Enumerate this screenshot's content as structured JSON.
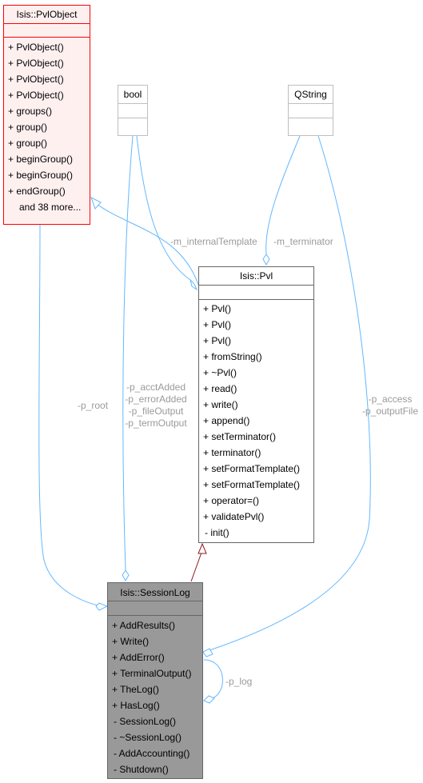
{
  "colors": {
    "edge": "#63b8ff",
    "inherit_edge": "#8b1a1a",
    "pvlobject_border": "#ff0000",
    "pvlobject_fill": "#fff0f0",
    "session_fill": "#999999",
    "box_border": "#666666",
    "plain_border": "#bfbfbf",
    "label": "#9a9a9a"
  },
  "classes": {
    "pvlobject": {
      "name": "Isis::PvlObject",
      "members": [
        "+ PvlObject()",
        "+ PvlObject()",
        "+ PvlObject()",
        "+ PvlObject()",
        "+ groups()",
        "+ group()",
        "+ group()",
        "+ beginGroup()",
        "+ beginGroup()",
        "+ endGroup()",
        "and 38 more..."
      ]
    },
    "bool": {
      "name": "bool"
    },
    "qstring": {
      "name": "QString"
    },
    "pvl": {
      "name": "Isis::Pvl",
      "members": [
        "+ Pvl()",
        "+ Pvl()",
        "+ Pvl()",
        "+ fromString()",
        "+ ~Pvl()",
        "+ read()",
        "+ write()",
        "+ append()",
        "+ setTerminator()",
        "+ terminator()",
        "+ setFormatTemplate()",
        "+ setFormatTemplate()",
        "+ operator=()",
        "+ validatePvl()",
        "- init()"
      ]
    },
    "sessionlog": {
      "name": "Isis::SessionLog",
      "members": [
        "+ AddResults()",
        "+ Write()",
        "+ AddError()",
        "+ TerminalOutput()",
        "+ TheLog()",
        "+ HasLog()",
        "- SessionLog()",
        "- ~SessionLog()",
        "- AddAccounting()",
        "- Shutdown()"
      ]
    }
  },
  "edge_labels": {
    "m_internal_template": "-m_internalTemplate",
    "m_terminator": "-m_terminator",
    "p_root": "-p_root",
    "acct": [
      "-p_acctAdded",
      "-p_errorAdded",
      "-p_fileOutput",
      "-p_termOutput"
    ],
    "access": [
      "-p_access",
      "-p_outputFile"
    ],
    "p_log": "-p_log"
  }
}
